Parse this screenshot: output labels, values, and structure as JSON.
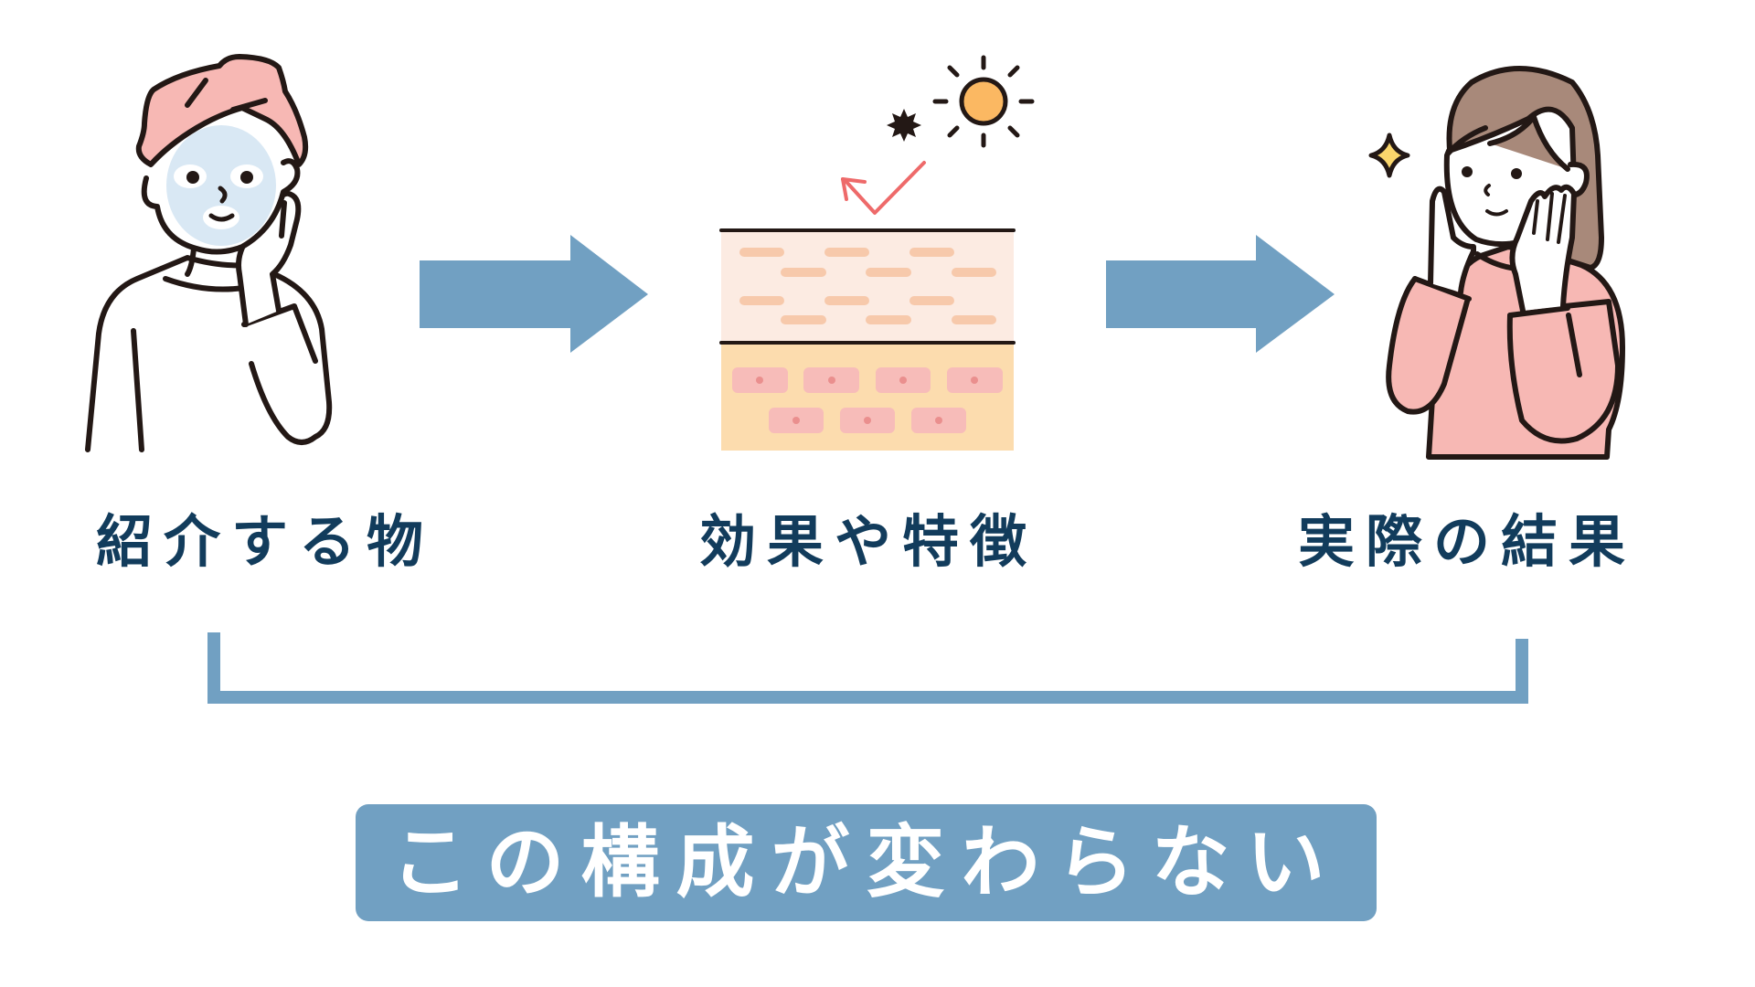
{
  "colors": {
    "accent_blue": "#71a0c2",
    "text_navy": "#123c5c",
    "outline": "#231815",
    "towel_pink": "#f7b8b4",
    "mask_blue": "#d9e8f4",
    "sweater_pink": "#f7b8b4",
    "hair_brown": "#a8897a",
    "sun_orange": "#fbb862",
    "sparkle_yellow": "#fad66c",
    "check_red": "#ee6a6a",
    "epidermis": "#fcebe2",
    "epidermis_cells": "#f7c9ab",
    "dermis": "#fcdcae",
    "dermis_cells": "#f7bcb9",
    "cell_nucleus": "#ea8f8e"
  },
  "steps": [
    {
      "label": "紹介する物",
      "illustration": "person-with-face-mask"
    },
    {
      "label": "効果や特徴",
      "illustration": "skin-layers-with-uv-protection"
    },
    {
      "label": "実際の結果",
      "illustration": "happy-woman-touching-cheeks"
    }
  ],
  "connectors": [
    "arrow-right",
    "arrow-right"
  ],
  "bracket": "spans-all-steps",
  "summary": {
    "text": "この構成が変わらない"
  }
}
